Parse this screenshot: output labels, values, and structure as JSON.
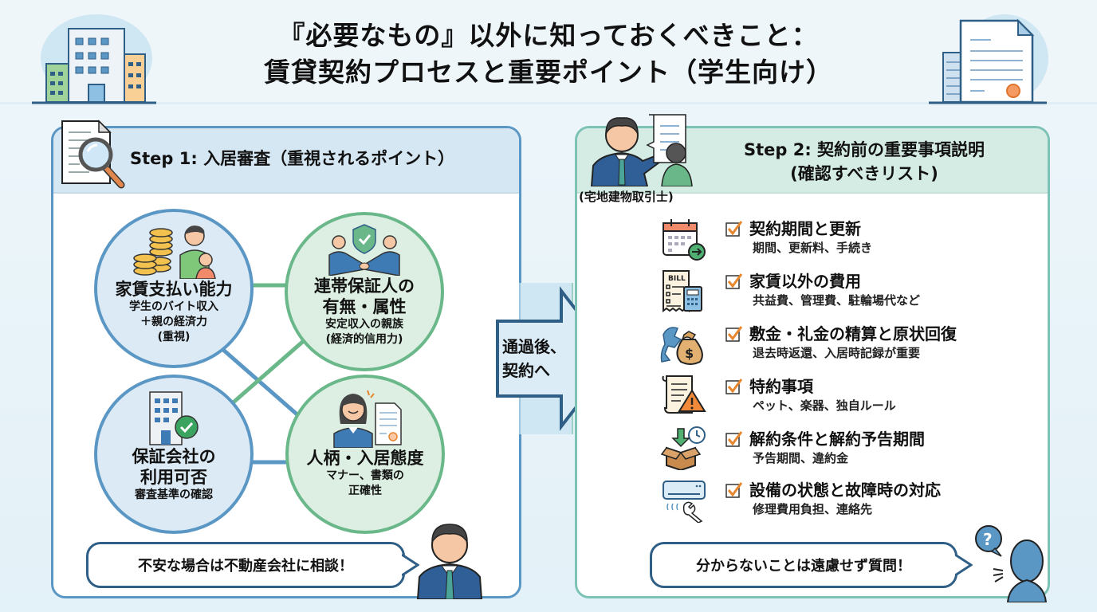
{
  "header": {
    "title_line1": "『必要なもの』以外に知っておくべきこと：",
    "title_line2": "賃貸契約プロセスと重要ポイント（学生向け）",
    "left_icon": "apartment-building-icon",
    "right_icon": "contract-document-icon"
  },
  "step1": {
    "title": "Step 1: 入居審査（重視されるポイント）",
    "icon": "document-magnifier-icon",
    "criteria": [
      {
        "title": "家賃支払い能力",
        "details": [
          "学生のバイト収入",
          "＋親の経済力",
          "(重視)"
        ],
        "icon": "coins-and-family-icon",
        "color": "#5b97c4"
      },
      {
        "title_lines": [
          "連帯保証人の",
          "有無・属性"
        ],
        "details": [
          "安定収入の親族",
          "(経済的信用力)"
        ],
        "icon": "handshake-shield-icon",
        "color": "#6ab88a"
      },
      {
        "title_lines": [
          "保証会社の",
          "利用可否"
        ],
        "details": [
          "審査基準の確認"
        ],
        "icon": "building-check-icon",
        "color": "#5b97c4"
      },
      {
        "title": "人柄・入居態度",
        "details": [
          "マナー、書類の",
          "正確性"
        ],
        "icon": "woman-document-icon",
        "color": "#6ab88a"
      }
    ],
    "advice": "不安な場合は不動産会社に相談！",
    "advice_icon": "businessman-icon"
  },
  "transition": {
    "line1": "通過後、",
    "line2": "契約へ",
    "icon": "right-arrow-icon"
  },
  "step2": {
    "title_line1": "Step 2: 契約前の重要事項説明",
    "title_line2": "(確認すべきリスト)",
    "agent_label": "(宅地建物取引士)",
    "agent_icon": "agent-explaining-icon",
    "checklist": [
      {
        "title": "契約期間と更新",
        "detail": "期間、更新料、手続き",
        "icon": "calendar-arrow-icon",
        "checked": true
      },
      {
        "title": "家賃以外の費用",
        "detail": "共益費、管理費、駐輪場代など",
        "icon": "bill-calculator-icon",
        "checked": true
      },
      {
        "title": "敷金・礼金の精算と原状回復",
        "detail": "退去時返還、入居時記録が重要",
        "icon": "damage-money-bag-icon",
        "checked": true
      },
      {
        "title": "特約事項",
        "detail": "ペット、楽器、独自ルール",
        "icon": "scroll-warning-icon",
        "checked": true
      },
      {
        "title": "解約条件と解約予告期間",
        "detail": "予告期間、違約金",
        "icon": "box-clock-icon",
        "checked": true
      },
      {
        "title": "設備の状態と故障時の対応",
        "detail": "修理費用負担、連絡先",
        "icon": "aircon-wrench-icon",
        "checked": true
      }
    ],
    "advice": "分からないことは遠慮せず質問！",
    "advice_icon": "person-question-icon"
  },
  "colors": {
    "blue_accent": "#5b97c4",
    "green_accent": "#6ab88a",
    "teal_border": "#7cc2b5",
    "check_orange": "#e8862e",
    "bubble_border": "#2f5f86"
  }
}
